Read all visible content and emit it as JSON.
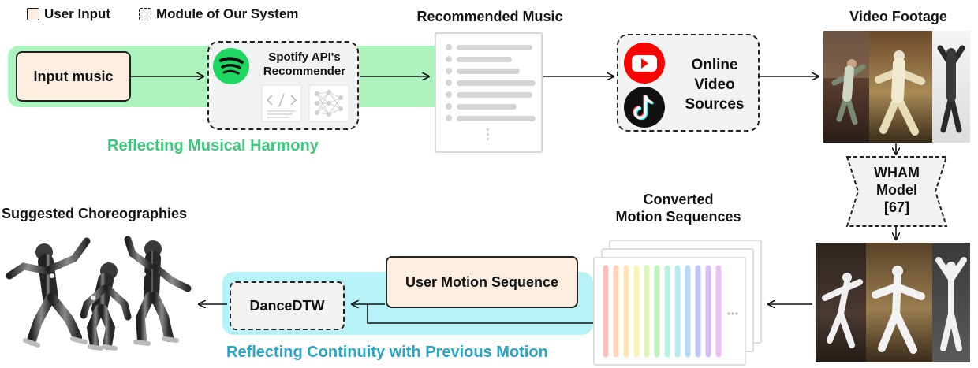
{
  "legend": {
    "user_input": "User Input",
    "module": "Module of Our System"
  },
  "nodes": {
    "input_music": "Input music",
    "spotify_line1": "Spotify API's",
    "spotify_line2": "Recommender",
    "recommended_music": "Recommended Music",
    "online_line1": "Online",
    "online_line2": "Video",
    "online_line3": "Sources",
    "video_footage": "Video Footage",
    "wham_line1": "WHAM",
    "wham_line2": "Model",
    "wham_line3": "[67]",
    "converted_line1": "Converted",
    "converted_line2": "Motion Sequences",
    "user_motion": "User Motion Sequence",
    "dance_dtw": "DanceDTW",
    "suggested": "Suggested Choreographies"
  },
  "captions": {
    "harmony": "Reflecting Musical Harmony",
    "continuity": "Reflecting Continuity with Previous Motion"
  },
  "colors": {
    "green_band": "#adf3bd",
    "cyan_band": "#b6f3f8",
    "input_fill": "#fdeee0",
    "module_fill": "#f2f2f2",
    "green_text": "#3fc67c",
    "cyan_text": "#2ba3c3",
    "spotify": "#1ed760",
    "youtube": "#ff0000"
  },
  "icons": [
    "spotify-icon",
    "code-icon",
    "neural-network-icon",
    "youtube-icon",
    "tiktok-icon"
  ]
}
